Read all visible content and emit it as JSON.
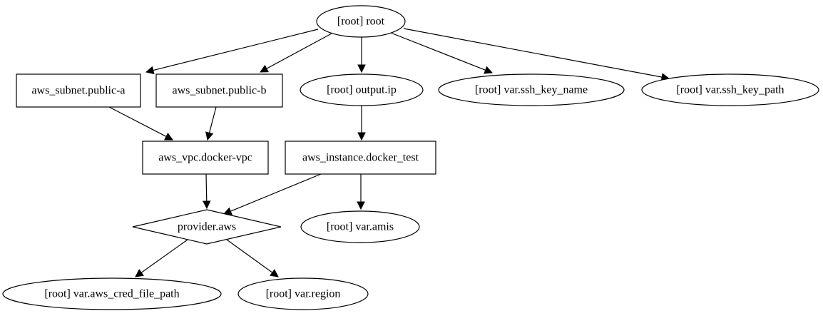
{
  "nodes": {
    "root": {
      "label": "[root] root"
    },
    "subnet_a": {
      "label": "aws_subnet.public-a"
    },
    "subnet_b": {
      "label": "aws_subnet.public-b"
    },
    "output_ip": {
      "label": "[root] output.ip"
    },
    "ssh_key_name": {
      "label": "[root] var.ssh_key_name"
    },
    "ssh_key_path": {
      "label": "[root] var.ssh_key_path"
    },
    "vpc": {
      "label": "aws_vpc.docker-vpc"
    },
    "instance": {
      "label": "aws_instance.docker_test"
    },
    "provider": {
      "label": "provider.aws"
    },
    "amis": {
      "label": "[root] var.amis"
    },
    "cred_path": {
      "label": "[root] var.aws_cred_file_path"
    },
    "region": {
      "label": "[root] var.region"
    }
  },
  "edges": [
    {
      "from": "root",
      "to": "subnet_a"
    },
    {
      "from": "root",
      "to": "subnet_b"
    },
    {
      "from": "root",
      "to": "output_ip"
    },
    {
      "from": "root",
      "to": "ssh_key_name"
    },
    {
      "from": "root",
      "to": "ssh_key_path"
    },
    {
      "from": "subnet_a",
      "to": "vpc"
    },
    {
      "from": "subnet_b",
      "to": "vpc"
    },
    {
      "from": "output_ip",
      "to": "instance"
    },
    {
      "from": "vpc",
      "to": "provider"
    },
    {
      "from": "instance",
      "to": "provider"
    },
    {
      "from": "instance",
      "to": "amis"
    },
    {
      "from": "provider",
      "to": "cred_path"
    },
    {
      "from": "provider",
      "to": "region"
    }
  ]
}
